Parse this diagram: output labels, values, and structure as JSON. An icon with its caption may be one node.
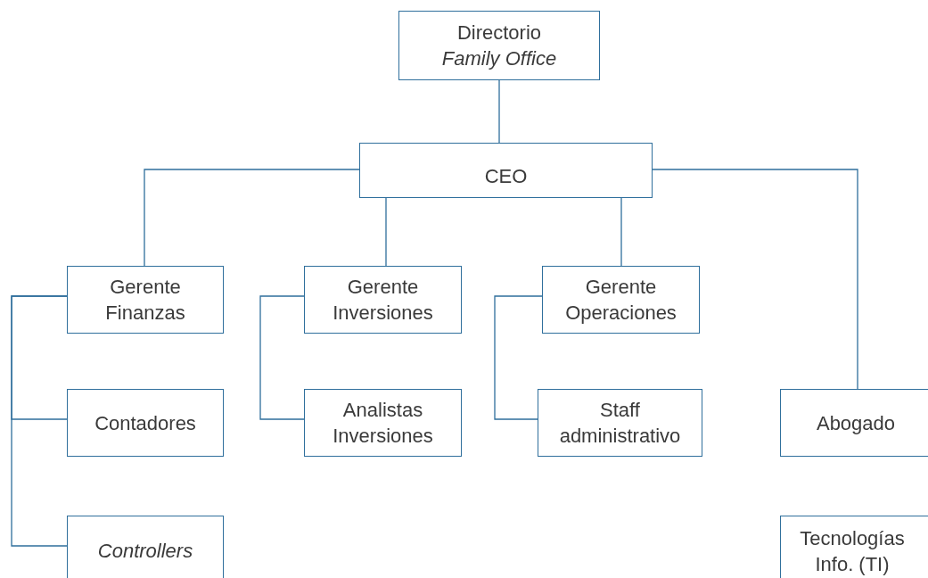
{
  "diagram": {
    "nodes": [
      {
        "text": [
          "Directorio",
          "Family Office"
        ]
      },
      {
        "text": [
          "CEO"
        ]
      },
      {
        "text": [
          "Gerente Finanzas"
        ]
      },
      {
        "text": [
          "Gerente Inversiones"
        ]
      },
      {
        "text": [
          "Gerente Operaciones"
        ]
      },
      {
        "text": [
          "Contadores"
        ]
      },
      {
        "text": [
          "Analistas Inversiones"
        ]
      },
      {
        "text": [
          "Staff administrativo"
        ]
      },
      {
        "text": [
          "Abogado"
        ]
      },
      {
        "text": [
          "Controllers"
        ]
      },
      {
        "text": [
          "Tecnologías Info. (TI)"
        ]
      }
    ],
    "edges": [
      {
        "from": 0,
        "to": 1,
        "arrow": "none"
      },
      {
        "from": 1,
        "to": 2,
        "arrow": "none"
      },
      {
        "from": 1,
        "to": 3,
        "arrow": "none"
      },
      {
        "from": 1,
        "to": 4,
        "arrow": "none"
      },
      {
        "from": 1,
        "to": 8,
        "arrow": "none"
      },
      {
        "from": 2,
        "to": 5,
        "arrow": "none"
      },
      {
        "from": 2,
        "to": 9,
        "arrow": "none"
      },
      {
        "from": 3,
        "to": 6,
        "arrow": "none"
      },
      {
        "from": 4,
        "to": 7,
        "arrow": "none"
      }
    ]
  }
}
